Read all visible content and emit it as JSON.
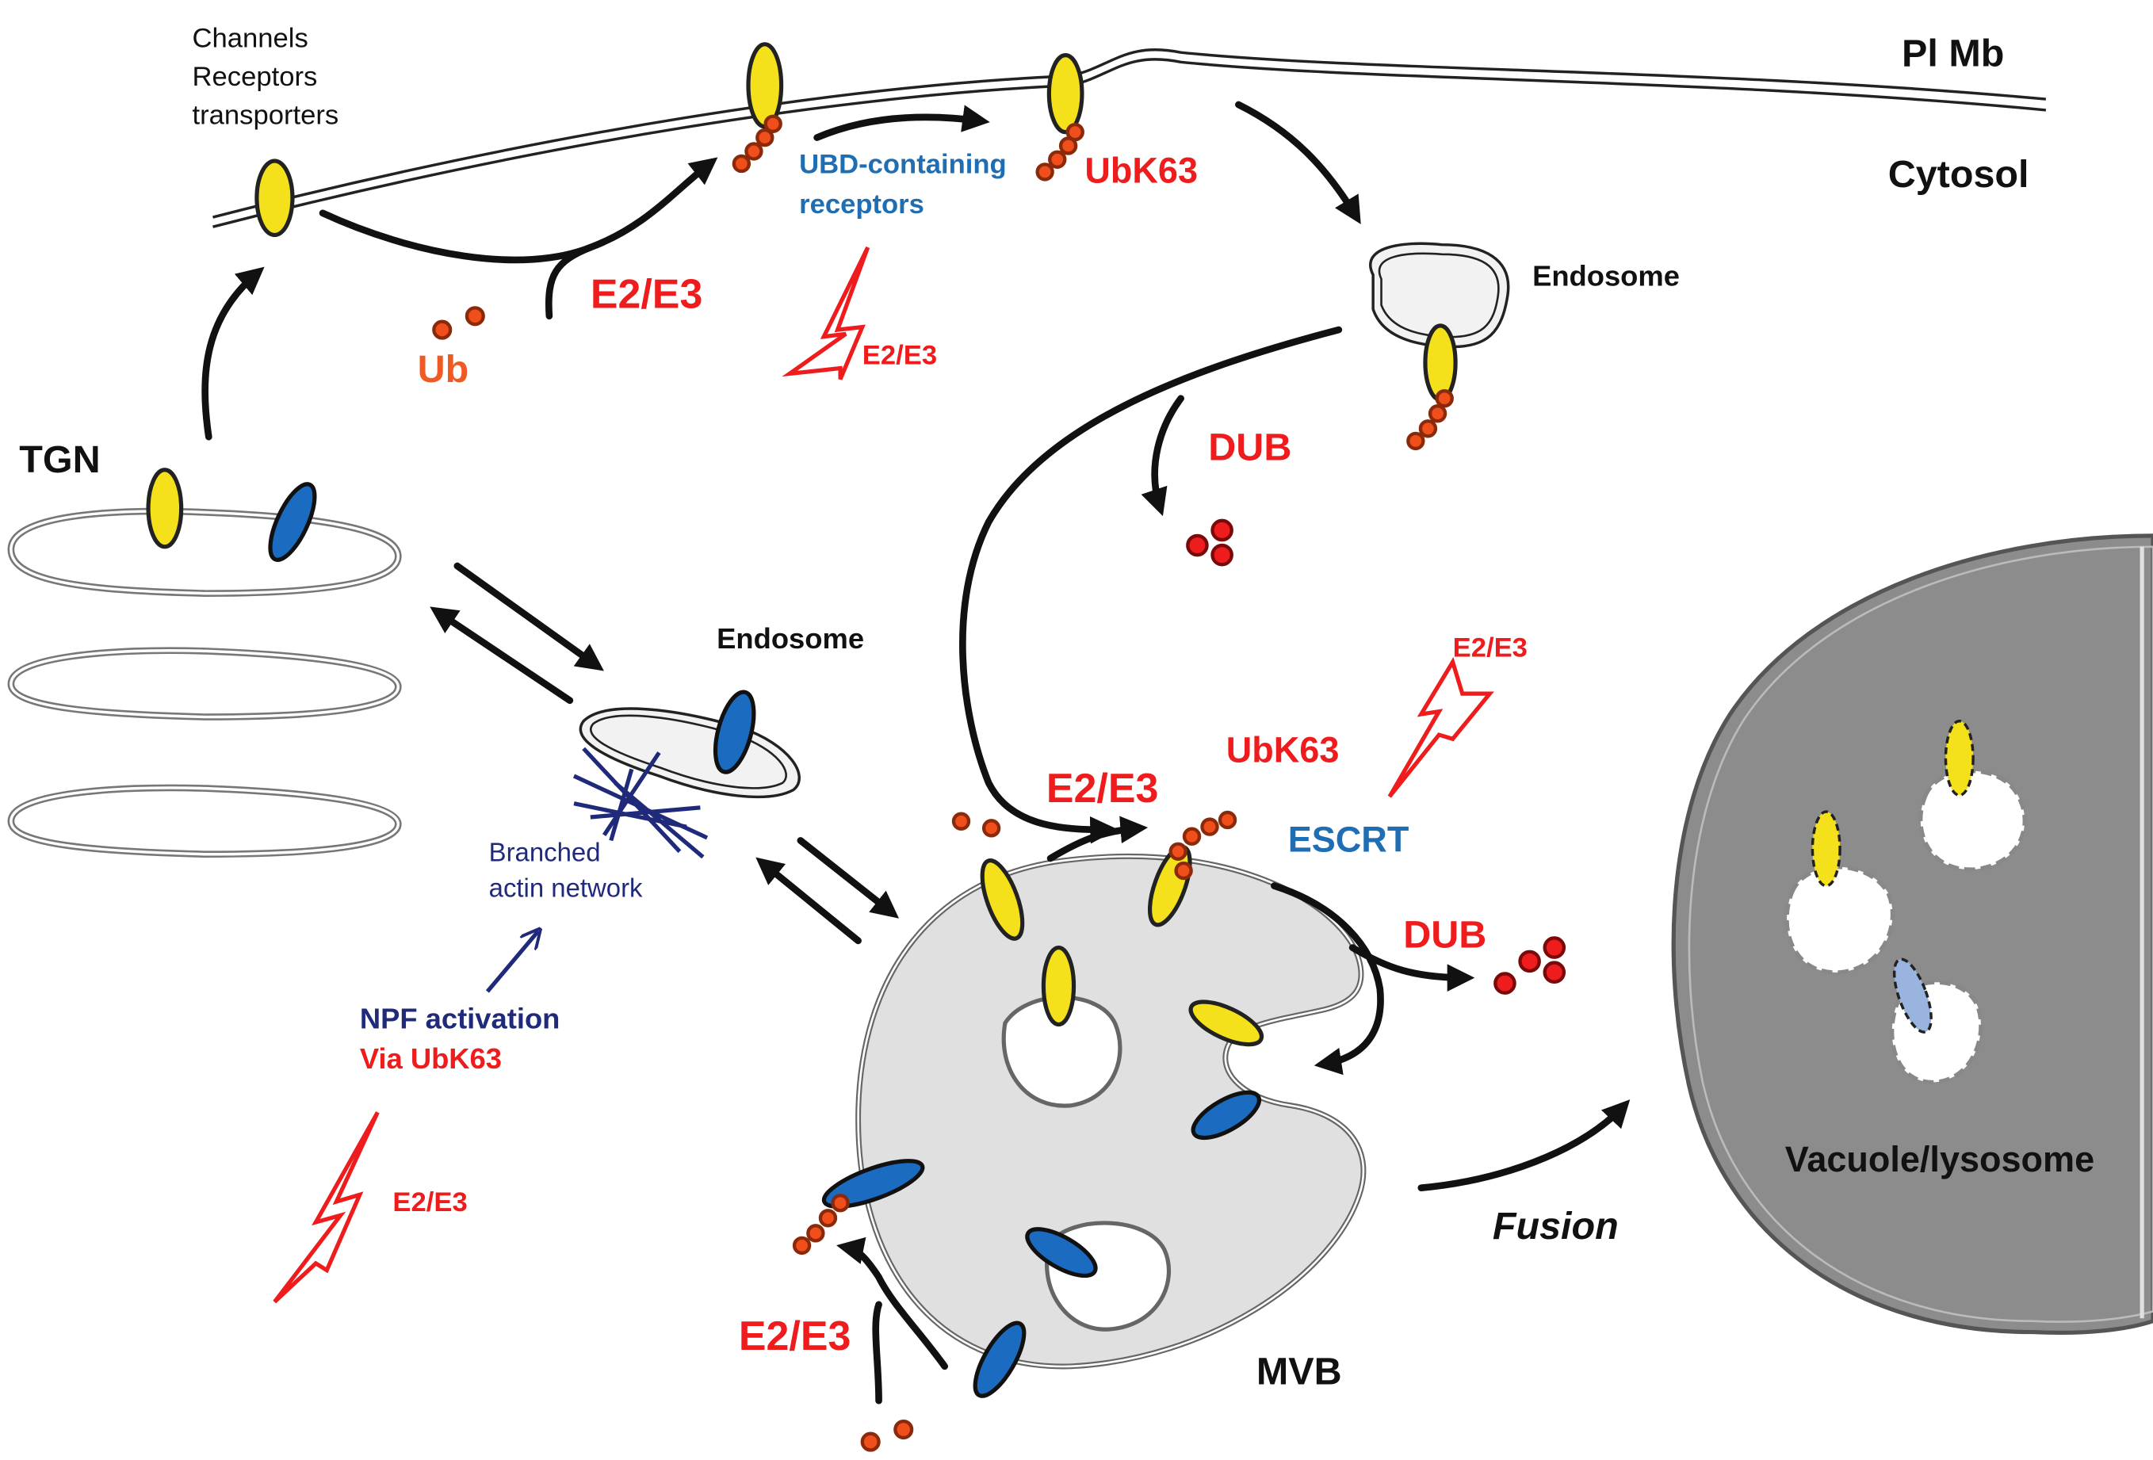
{
  "labels": {
    "pl_mb": "Pl Mb",
    "cytosol": "Cytosol",
    "channels": "Channels",
    "receptors": "Receptors",
    "transporters": "transporters",
    "ub": "Ub",
    "e2e3_top": "E2/E3",
    "ubd_line1": "UBD-containing",
    "ubd_line2": "receptors",
    "e2e3_bolt_top": "E2/E3",
    "ubk63_top": "UbK63",
    "endosome_top": "Endosome",
    "dub_top": "DUB",
    "tgn": "TGN",
    "endosome_mid": "Endosome",
    "branched_line1": "Branched",
    "branched_line2": "actin network",
    "npf_line1": "NPF activation",
    "npf_line2": "Via UbK63",
    "e2e3_bolt_left": "E2/E3",
    "e2e3_bolt_right": "E2/E3",
    "ubk63_mid": "UbK63",
    "e2e3_mvb_top": "E2/E3",
    "escrt": "ESCRT",
    "dub_mid": "DUB",
    "fusion": "Fusion",
    "vacuole": "Vacuole/lysosome",
    "e2e3_bottom": "E2/E3",
    "mvb": "MVB"
  },
  "colors": {
    "red": "#ee1c1c",
    "orange_ub": "#f05a22",
    "blue_label": "#1f6db3",
    "navy": "#1f2a7a",
    "yellow_protein": "#f4e11c",
    "blue_protein": "#1b6cc0",
    "mvb_fill": "#e0e0e0",
    "vacuole_fill": "#8c8c8c"
  }
}
